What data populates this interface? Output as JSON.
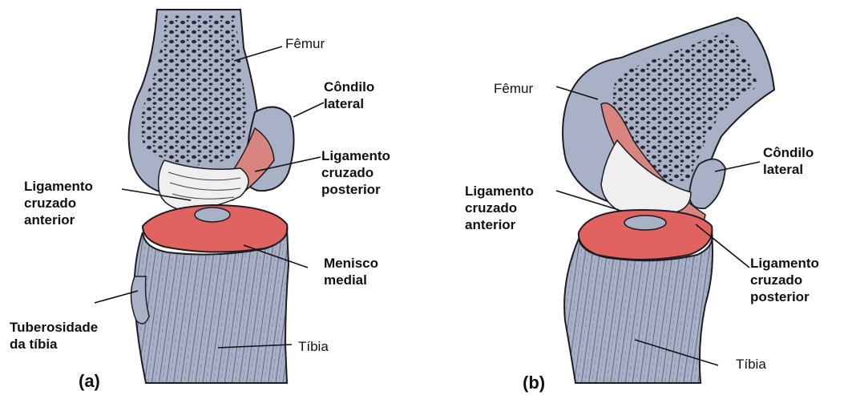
{
  "panels": {
    "a": {
      "letter": "(a)",
      "labels": {
        "femur": "Fêmur",
        "lateral_condyle": "Côndilo\nlateral",
        "posterior_cruciate": "Ligamento\ncruzado\nposterior",
        "anterior_cruciate": "Ligamento\ncruzado\nanterior",
        "medial_meniscus": "Menisco\nmedial",
        "tibial_tuberosity": "Tuberosidade\nda tíbia",
        "tibia": "Tíbia"
      }
    },
    "b": {
      "letter": "(b)",
      "labels": {
        "femur": "Fêmur",
        "lateral_condyle": "Côndilo\nlateral",
        "anterior_cruciate": "Ligamento\ncruzado\nanterior",
        "posterior_cruciate": "Ligamento\ncruzado\nposterior",
        "tibia": "Tíbia"
      }
    }
  },
  "colors": {
    "bone": "#a9b1c7",
    "bone_shadow": "#7f88a3",
    "spongy_bone": "#2a2530",
    "meniscus": "#e0635f",
    "ligament_white": "#efefef",
    "ligament_red": "#d9857f",
    "outline": "#1c1c22"
  }
}
